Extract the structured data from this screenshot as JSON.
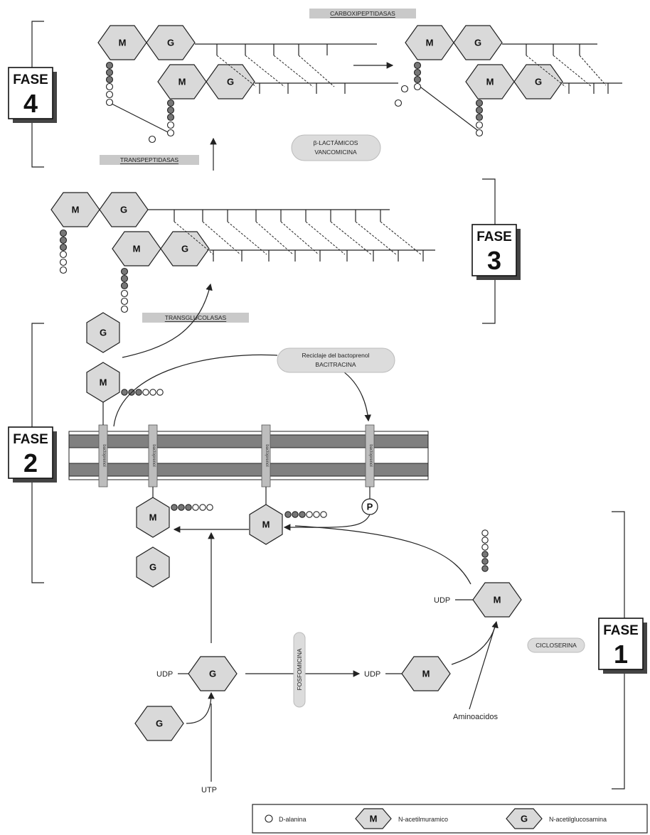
{
  "phases": {
    "fase_word": "FASE",
    "fase1_num": "1",
    "fase2_num": "2",
    "fase3_num": "3",
    "fase4_num": "4"
  },
  "enzymes": {
    "carboxipeptidasas": "CARBOXIPEPTIDASAS",
    "transpeptidasas": "TRANSPEPTIDASAS",
    "transglucolasas": "TRANSGLUCOLASAS"
  },
  "drugs": {
    "betalactamicos": "β-LACTÁMICOS",
    "vancomicina": "VANCOMICINA",
    "reciclaje": "Reciclaje del bactoprenol",
    "bacitracina": "BACITRACINA",
    "cicloserina": "CICLOSERINA",
    "fosfomicina": "FOSFOMICINA"
  },
  "labels": {
    "m": "M",
    "g": "G",
    "p": "P",
    "udp": "UDP",
    "utp": "UTP",
    "aminoacidos": "Aminoacidos",
    "bactoprenol": "bactoprenol"
  },
  "legend": {
    "d_alanina": "D-alanina",
    "n_acetilmuramico": "N-acetilmuramico",
    "n_acetilglucosamina": "N-acetilglucosamina"
  }
}
